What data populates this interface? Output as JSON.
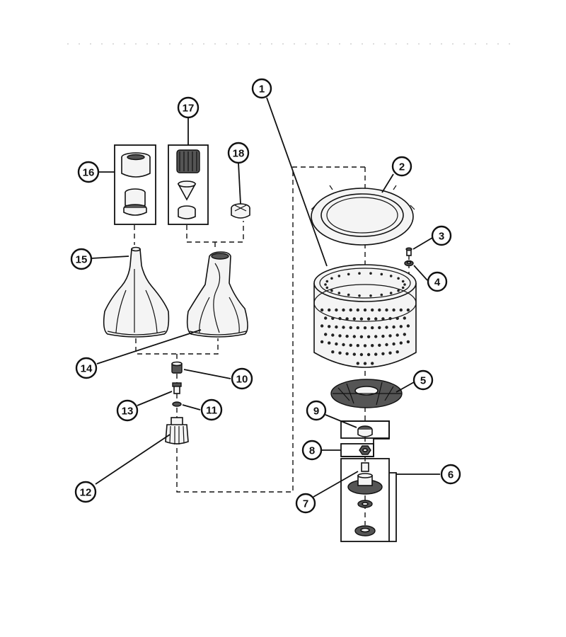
{
  "header": {
    "text": ""
  },
  "callouts": [
    {
      "id": "callout-1",
      "label": "1"
    },
    {
      "id": "callout-2",
      "label": "2"
    },
    {
      "id": "callout-3",
      "label": "3"
    },
    {
      "id": "callout-4",
      "label": "4"
    },
    {
      "id": "callout-5",
      "label": "5"
    },
    {
      "id": "callout-6",
      "label": "6"
    },
    {
      "id": "callout-7",
      "label": "7"
    },
    {
      "id": "callout-8",
      "label": "8"
    },
    {
      "id": "callout-9",
      "label": "9"
    },
    {
      "id": "callout-10",
      "label": "10"
    },
    {
      "id": "callout-11",
      "label": "11"
    },
    {
      "id": "callout-12",
      "label": "12"
    },
    {
      "id": "callout-13",
      "label": "13"
    },
    {
      "id": "callout-14",
      "label": "14"
    },
    {
      "id": "callout-15",
      "label": "15"
    },
    {
      "id": "callout-16",
      "label": "16"
    },
    {
      "id": "callout-17",
      "label": "17"
    },
    {
      "id": "callout-18",
      "label": "18"
    }
  ],
  "colors": {
    "ink": "#111111",
    "background": "#ffffff"
  }
}
